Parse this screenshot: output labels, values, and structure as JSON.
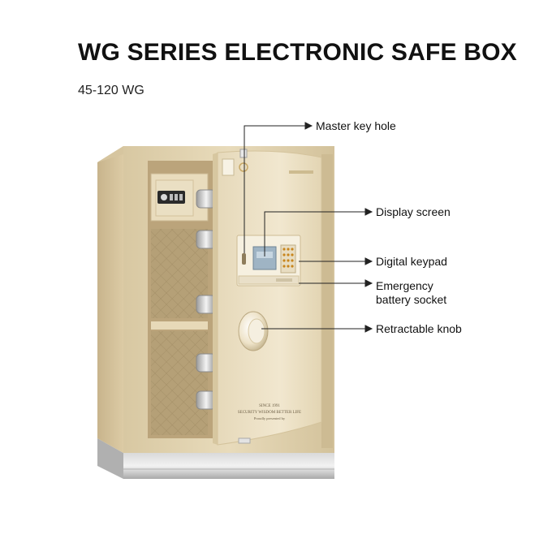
{
  "title": "WG SERIES ELECTRONIC SAFE BOX",
  "subtitle": "45-120 WG",
  "callouts": [
    {
      "id": "master-key-hole",
      "lines": [
        "Master key hole"
      ]
    },
    {
      "id": "display-screen",
      "lines": [
        "Display screen"
      ]
    },
    {
      "id": "digital-keypad",
      "lines": [
        "Digital keypad"
      ]
    },
    {
      "id": "emergency-battery-socket",
      "lines": [
        "Emergency",
        "battery socket"
      ]
    },
    {
      "id": "retractable-knob",
      "lines": [
        "Retractable knob"
      ]
    }
  ],
  "door_text": {
    "since": "SINCE 1991",
    "slogan": "SECURITY WISDOM BETTER LIFE",
    "tagline": "Proudly presented by"
  },
  "colors": {
    "body": "#e4d6b4",
    "body_dark": "#c9b68e",
    "interior": "#b9a27a",
    "door": "#eee3c8",
    "base": "#b8b8b8"
  }
}
